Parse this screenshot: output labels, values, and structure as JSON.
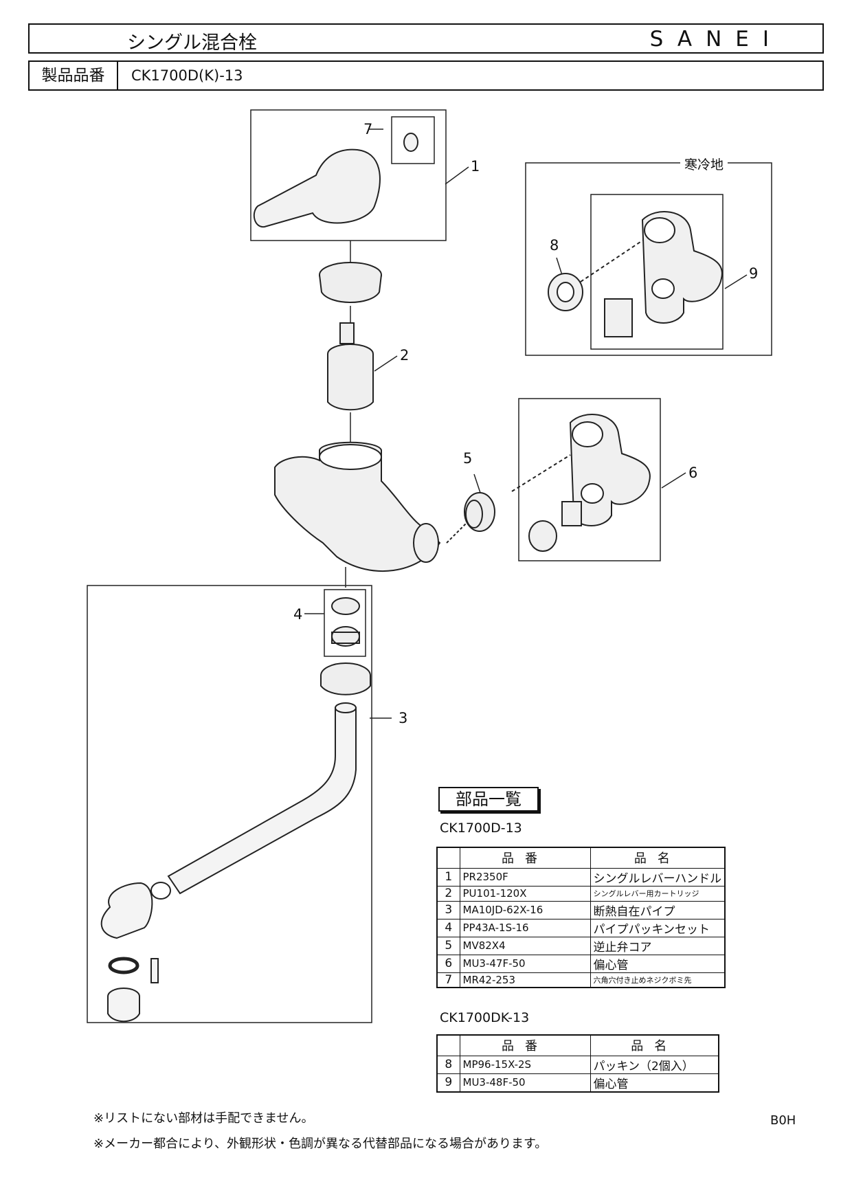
{
  "header": {
    "title": "シングル混合栓",
    "brand": "SANEI",
    "product_label": "製品品番",
    "product_code": "CK1700D(K)-13"
  },
  "diagram": {
    "callouts": [
      "1",
      "2",
      "3",
      "4",
      "5",
      "6",
      "7",
      "8",
      "9"
    ],
    "cold_region_label": "寒冷地"
  },
  "parts_list": {
    "title": "部品一覧",
    "header_code": "品番",
    "header_name": "品名",
    "tables": [
      {
        "model": "CK1700D-13",
        "rows": [
          {
            "no": "1",
            "code": "PR2350F",
            "name": "シングルレバーハンドル"
          },
          {
            "no": "2",
            "code": "PU101-120X",
            "name": "シングルレバー用カートリッジ"
          },
          {
            "no": "3",
            "code": "MA10JD-62X-16",
            "name": "断熱自在パイプ"
          },
          {
            "no": "4",
            "code": "PP43A-1S-16",
            "name": "パイプパッキンセット"
          },
          {
            "no": "5",
            "code": "MV82X4",
            "name": "逆止弁コア"
          },
          {
            "no": "6",
            "code": "MU3-47F-50",
            "name": "偏心管"
          },
          {
            "no": "7",
            "code": "MR42-253",
            "name": "六角穴付き止めネジクボミ先"
          }
        ]
      },
      {
        "model": "CK1700DK-13",
        "rows": [
          {
            "no": "8",
            "code": "MP96-15X-2S",
            "name": "パッキン（2個入）"
          },
          {
            "no": "9",
            "code": "MU3-48F-50",
            "name": "偏心管"
          }
        ]
      }
    ]
  },
  "notes": [
    "※リストにない部材は手配できません。",
    "※メーカー都合により、外観形状・色調が異なる代替部品になる場合があります。"
  ],
  "doc_code": "B0H"
}
